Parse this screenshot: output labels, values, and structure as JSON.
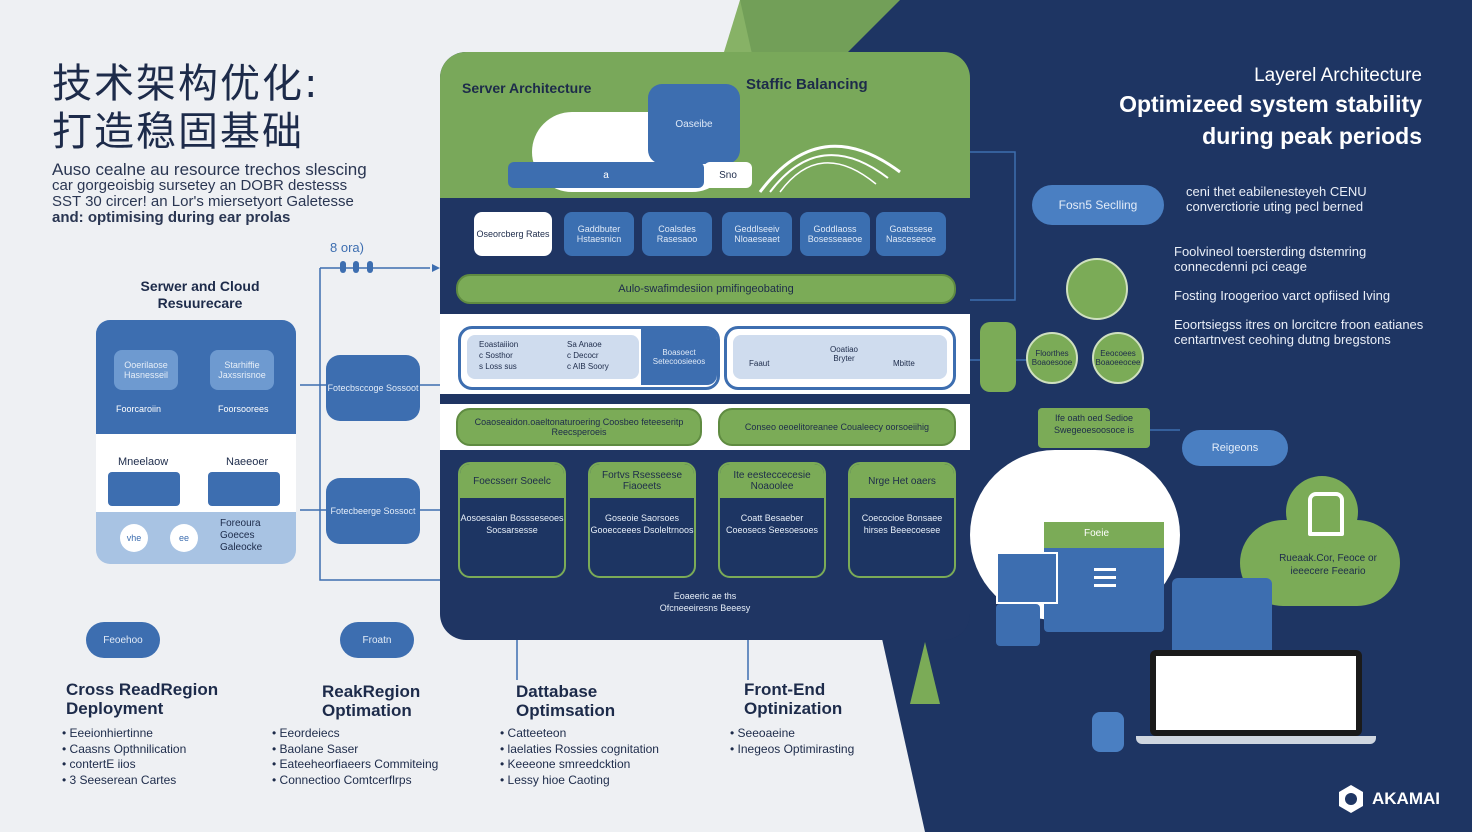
{
  "title": {
    "line1": "技术架构优化:",
    "line2": "打造稳固基础"
  },
  "subtitle": {
    "line1": "Auso cealne au resource trechos slescing",
    "line2": "car gorgeoisbig sursetey an DOBR destesss",
    "line3": "SST 30 circer! an Lor's miersetyort Galetesse",
    "line4": "and: optimising during ear prolas"
  },
  "left_diagram": {
    "small_label": "8 ora)",
    "heading": "Serwer and Cloud Resuurecare",
    "inner_box_1": "Ooerilaose Hasnesseil",
    "inner_box_2": "Starhiffie Jaxssrisnoe",
    "label_1": "Foorcaroiin",
    "label_2": "Foorsoorees",
    "mid_label_1": "Mneelaow",
    "mid_label_2": "Naeeoer",
    "circle_1": "vhe",
    "circle_2": "ee",
    "side_text": "Foreoura Goeces Galeocke",
    "side_box_1": "Fotecbsccoge Sossoot",
    "side_box_2": "Fotecbeerge Sossoct",
    "cloud_1": "Feoehoo",
    "cloud_2": "Froatn"
  },
  "panel": {
    "header_left": "Server Architecture",
    "header_right": "Staffic Balancing",
    "cloud_label": "Oaseibe",
    "bar_left": "a",
    "bar_right": "Sno",
    "modules": [
      "Oseorcberg Rates",
      "Gaddbuter Hstaesnicn",
      "Coalsdes Rasesaoo",
      "Geddlseeiv Nloaeseaet",
      "Goddlaoss Bosesseaeoe",
      "Goatssese Nasceseeoe"
    ],
    "auto_bar": "Aulo-swafimdesiion pmifingeobating",
    "box1_lines": [
      "Eoastaiiion",
      "c Sosthor",
      "s Loss sus"
    ],
    "box1_lines_r": [
      "Sa Anaoe",
      "c Decocr",
      "c AIB Soory"
    ],
    "box1_side": "Boasoect Setecoosieeos",
    "box2_left": "Faaut",
    "box2_mid": "Ooatiao Bryter",
    "box2_right": "Mbitte",
    "green_pill_1": "Coaoseaidon.oaeltonaturoering Coosbeo feteeseritp Reecsperoeis",
    "green_pill_2": "Conseo oeoelitoreanee Coualeecy oorsoeiihig",
    "dbs": [
      {
        "head": "Foecsserr Soeelc",
        "body": "Aosoesaian Bossseseoes Socsarsesse"
      },
      {
        "head": "Fortvs Rsesseese Fiaoeets",
        "body": "Goseoie Saorsoes Gooecceees Dsoleltrnoos"
      },
      {
        "head": "Ite eesteccecesie Noaoolee",
        "body": "Coatt Besaeber Coeosecs Seesoesoes"
      },
      {
        "head": "Nrge Het oaers",
        "body": "Coecocioe Bonsaee hirses Beeecoesee"
      }
    ],
    "bottom_text_1": "Eoaeeric ae ths",
    "bottom_text_2": "Ofcneeeiresns Beeesy"
  },
  "columns": [
    {
      "heading": "Cross ReadRegion Deployment",
      "items": [
        "Eeeionhiertinne",
        "Caasns Opthnilication",
        "contertE iios",
        "3 Seeserean Cartes"
      ]
    },
    {
      "heading": "ReakRegion Optimation",
      "items": [
        "Eeordeiecs",
        "Baolane Saser",
        "Eateeheorfiaeers Commiteing",
        "Connectioo Comtcerflrps"
      ]
    },
    {
      "heading": "Dattabase Optimsation",
      "items": [
        "Catteeteon",
        "laelaties Rossies cognitation",
        "Keeeone smreedcktion",
        "Lessy hioe Caoting"
      ]
    },
    {
      "heading": "Front-End Optinization",
      "items": [
        "Seeoaeine",
        "Inegeos Optimirasting"
      ]
    }
  ],
  "right": {
    "line1": "Layerel Architecture",
    "line2": "Optimizeed system stability",
    "line3": "during peak periods",
    "button": "Fosn5 Seclling",
    "desc": "ceni thet eabilenesteyeh CENU converctiorie uting pecl berned",
    "bullets": [
      "Foolvineol toersterding dstemring connecdenni pci ceage",
      "Fosting Iroogerioo varct opfiised Iving",
      "Eoortsiegss itres on lorcitcre froon eatianes centartnvest ceohing dutng bregstons"
    ],
    "node_1": "Floorthes Boaoesooe",
    "node_2": "Eeocoees Boaoeeocee",
    "box_label": "Ife oath oed Sedioe Swegeoesoosoce is",
    "region_button": "Reigeons",
    "window_tab": "Foeie",
    "lock_label": "Rueaak.Cor, Feoce or ieeecere Feeario",
    "brand": "AKAMAI"
  }
}
